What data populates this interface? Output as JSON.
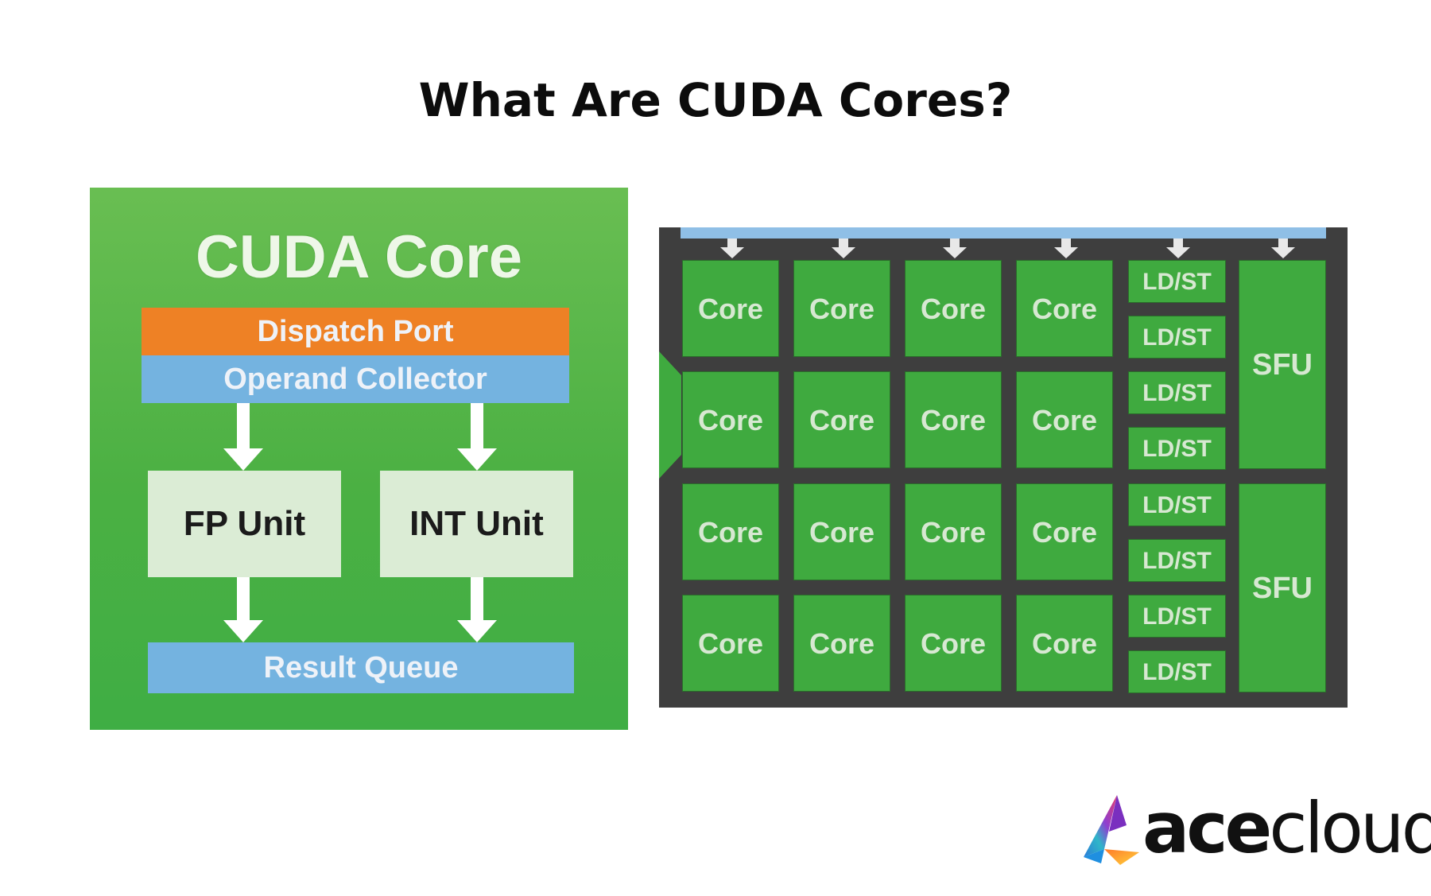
{
  "page": {
    "title": "What Are CUDA Cores?"
  },
  "cuda_core": {
    "heading": "CUDA Core",
    "dispatch_port": "Dispatch Port",
    "operand_collector": "Operand Collector",
    "fp_unit": "FP Unit",
    "int_unit": "INT Unit",
    "result_queue": "Result Queue",
    "colors": {
      "panel": "#4bb043",
      "dispatch": "#ee8125",
      "operand": "#74b3e0",
      "unit": "#dbecd5"
    }
  },
  "sm_block": {
    "core_rows": [
      [
        "Core",
        "Core",
        "Core",
        "Core"
      ],
      [
        "Core",
        "Core",
        "Core",
        "Core"
      ],
      [
        "Core",
        "Core",
        "Core",
        "Core"
      ],
      [
        "Core",
        "Core",
        "Core",
        "Core"
      ]
    ],
    "ldst_units": [
      "LD/ST",
      "LD/ST",
      "LD/ST",
      "LD/ST",
      "LD/ST",
      "LD/ST",
      "LD/ST",
      "LD/ST"
    ],
    "sfu_units": [
      "SFU",
      "SFU"
    ],
    "colors": {
      "cell": "#3faa3f",
      "background": "#3e3e3e",
      "top_bar": "#8fbfe6"
    }
  },
  "logo": {
    "ace": "ace",
    "cloud": "cloud",
    "icon": "triangle-a-logo-icon"
  }
}
